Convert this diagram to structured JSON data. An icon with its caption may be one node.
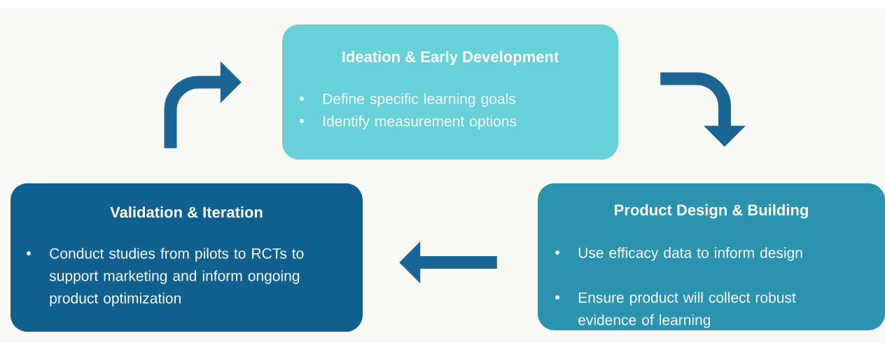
{
  "diagram": {
    "nodes": [
      {
        "text": [
          "Ideation & Early Development",
          "Define specific learning goals",
          "Identify measurement options"
        ]
      },
      {
        "text": [
          "Product Design & Building",
          "Use efficacy data to inform design",
          "Ensure product will collect robust evidence of learning"
        ]
      },
      {
        "text": [
          "Validation & Iteration",
          "Conduct studies from pilots to RCTs to support marketing and inform ongoing product optimization"
        ]
      }
    ],
    "edges": [
      {
        "from": 0,
        "to": 1,
        "arrow": "to"
      },
      {
        "from": 1,
        "to": 2,
        "arrow": "to"
      },
      {
        "from": 2,
        "to": 0,
        "arrow": "to"
      }
    ]
  }
}
